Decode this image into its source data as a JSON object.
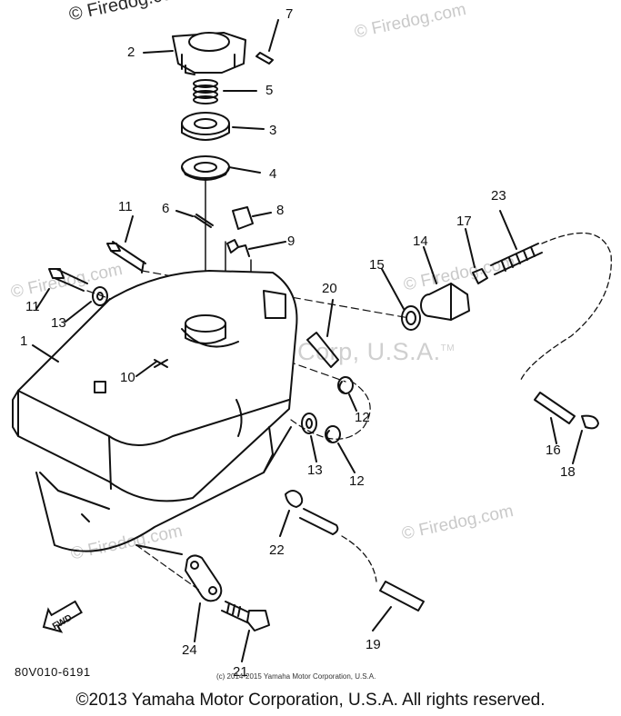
{
  "watermarks": {
    "site": "Firedog.com",
    "center": "Yamaha Motor Corp, U.S.A.",
    "trademark": "TM"
  },
  "callouts": [
    "7",
    "2",
    "5",
    "3",
    "4",
    "6",
    "8",
    "9",
    "11",
    "11",
    "13",
    "1",
    "10",
    "20",
    "15",
    "14",
    "17",
    "23",
    "12",
    "13",
    "12",
    "16",
    "18",
    "22",
    "19",
    "24",
    "21"
  ],
  "part_code": "80V010-6191",
  "fwd_label": "FWD",
  "small_copyright": "(c) 2014-2015 Yamaha Motor Corporation, U.S.A.",
  "footer_copyright": "©2013 Yamaha Motor Corporation, U.S.A. All rights reserved.",
  "colors": {
    "ink": "#111111",
    "watermark": "#c9c9c9",
    "background": "#ffffff"
  },
  "icons": [
    "copyright-icon",
    "fwd-arrow-icon"
  ]
}
